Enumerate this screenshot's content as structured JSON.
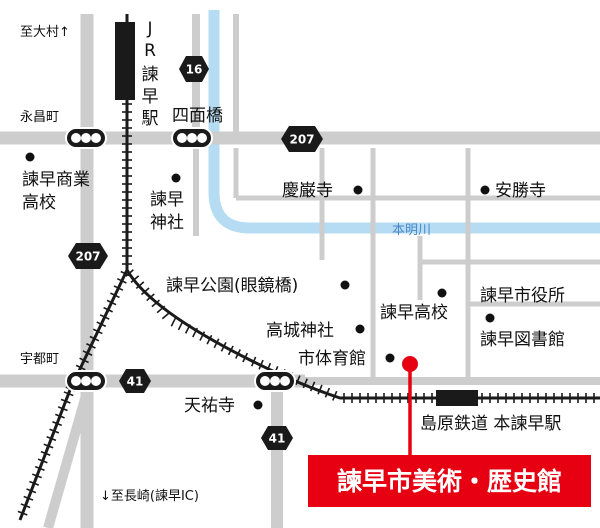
{
  "colors": {
    "road": "#cdcdcd",
    "river": "#b5dcf3",
    "rail": "#1a1a1a",
    "accent": "#e60012",
    "text": "#111111",
    "river_text": "#4a88c8"
  },
  "directions": {
    "north": "至大村↑",
    "south": "↓至長崎(諫早IC)"
  },
  "intersections": {
    "eisho": "永昌町",
    "shimenbashi": "四面橋",
    "utsu": "宇都町"
  },
  "route_shields": {
    "r16": "16",
    "r207_top": "207",
    "r207_left": "207",
    "r41_left": "41",
    "r41_bottom": "41"
  },
  "stations": {
    "jr_isahaya": [
      "J",
      "R",
      "諫",
      "早",
      "駅"
    ],
    "honisahaya": "島原鉄道 本諫早駅"
  },
  "river": {
    "name": "本明川"
  },
  "landmarks": {
    "shogyo_line1": "諫早商業",
    "shogyo_line2": "高校",
    "jinja_line1": "諫早",
    "jinja_line2": "神社",
    "keiganji": "慶巌寺",
    "anshoji": "安勝寺",
    "koen": "諫早公園(眼鏡橋)",
    "koko": "諫早高校",
    "shiyakusho": "諫早市役所",
    "takashiro": "高城神社",
    "toshokan": "諫早図書館",
    "taiikukan": "市体育館",
    "tenyuji": "天祐寺"
  },
  "museum": {
    "name": "諫早市美術・歴史館"
  }
}
